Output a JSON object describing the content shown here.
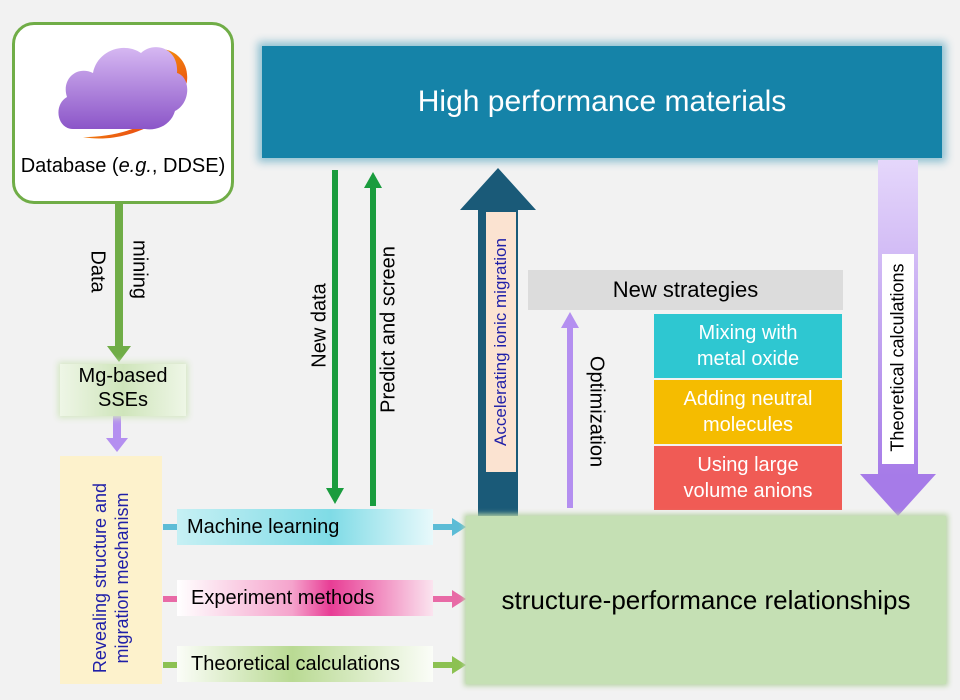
{
  "database": {
    "prefix": "Database (",
    "eg": "e.g.",
    "suffix": ", DDSE)"
  },
  "header": {
    "title": "High performance materials"
  },
  "data_mining": {
    "line1": "Data",
    "line2": "mining"
  },
  "mg_sses": {
    "line1": "Mg-based",
    "line2": "SSEs"
  },
  "revealing": {
    "line1": "Revealing structure and",
    "line2": "migration mechanism"
  },
  "methods": {
    "ml": "Machine learning",
    "em": "Experiment methods",
    "tc": "Theoretical calculations"
  },
  "arrows": {
    "new_data": "New data",
    "predict": "Predict and screen",
    "accel": "Accelerating ionic migration",
    "optim": "Optimization",
    "theo": "Theoretical calculations"
  },
  "core": {
    "title": "structure-performance relationships"
  },
  "strategies": {
    "title": "New strategies",
    "s1a": "Mixing with",
    "s1b": "metal oxide",
    "s2a": "Adding neutral",
    "s2b": "molecules",
    "s3a": "Using large",
    "s3b": "volume anions"
  },
  "colors": {
    "green": "#70ad47",
    "teal": "#1583a8",
    "purple": "#b48ff0",
    "arrow_green": "#1a9c3e",
    "navy": "#1a5a78"
  }
}
